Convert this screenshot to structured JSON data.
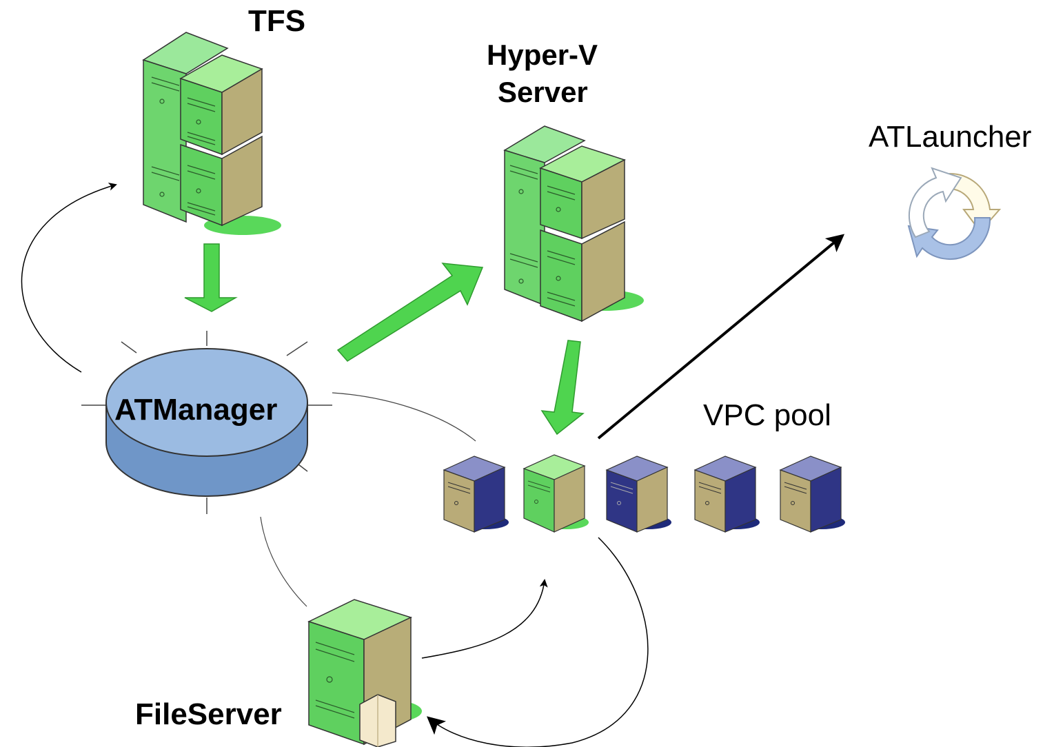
{
  "labels": {
    "tfs": "TFS",
    "hyperv_line1": "Hyper-V",
    "hyperv_line2": "Server",
    "atlauncher": "ATLauncher",
    "atmanager": "ATManager",
    "vpc_pool": "VPC pool",
    "fileserver": "FileServer"
  },
  "colors": {
    "server_green": "#59d85a",
    "server_green_dark": "#2e9a2e",
    "server_blue": "#3a3f8a",
    "server_tan": "#c9b98a",
    "db_blue": "#8fb2dc",
    "arrow_green": "#4fd44f",
    "launcher_blue": "#a9c1e6"
  },
  "vpc_pool": {
    "machines": [
      {
        "state": "idle",
        "icon": "server-blue-icon"
      },
      {
        "state": "active",
        "icon": "server-green-icon"
      },
      {
        "state": "idle",
        "icon": "server-blue-icon"
      },
      {
        "state": "idle",
        "icon": "server-blue-icon"
      },
      {
        "state": "idle",
        "icon": "server-blue-icon"
      }
    ]
  }
}
